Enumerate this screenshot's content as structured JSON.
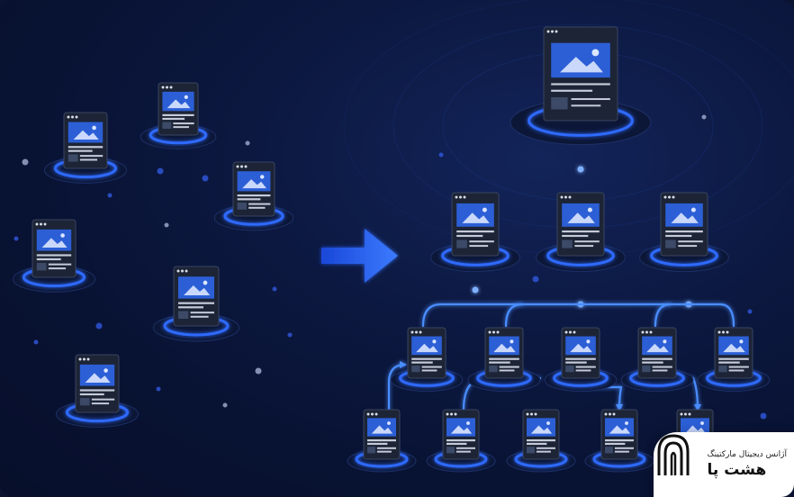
{
  "brand": {
    "tagline": "آژانس دیجیتال مارکتینگ",
    "name": "هشت پا",
    "logo_icon": "octopus-a-logo-icon"
  },
  "colors": {
    "background": "#0a1330",
    "glow": "#2f6bff",
    "connector": "#4a8dff",
    "card_body": "#1c2436",
    "card_image": "#2c5fd6",
    "arrow": "#1f5cff"
  },
  "diagram": {
    "left_group": "scattered-pages",
    "arrow_icon": "right-arrow-icon",
    "right_group": "hierarchical-site-structure",
    "levels": [
      1,
      3,
      5,
      5
    ]
  }
}
